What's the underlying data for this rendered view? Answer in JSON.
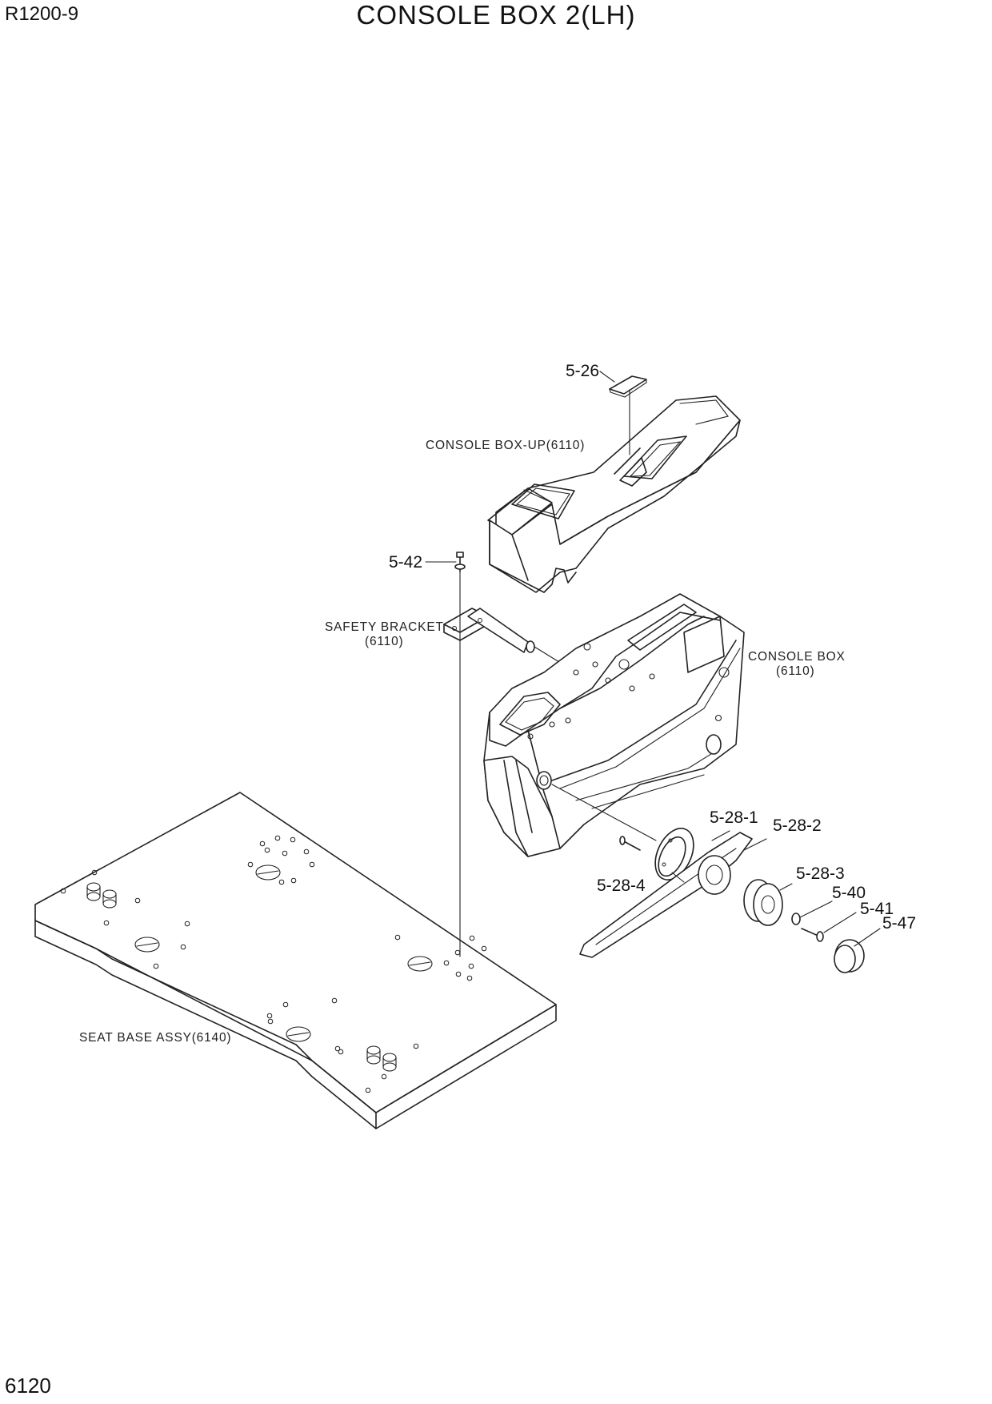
{
  "header": {
    "model": "R1200-9",
    "title": "CONSOLE BOX 2(LH)",
    "page_number": "6120"
  },
  "assemblies": {
    "console_box_up": {
      "line1": "CONSOLE BOX-UP(6110)"
    },
    "safety_bracket": {
      "line1": "SAFETY BRACKET",
      "line2": "(6110)"
    },
    "console_box": {
      "line1": "CONSOLE BOX",
      "line2": "(6110)"
    },
    "seat_base": {
      "line1": "SEAT BASE ASSY(6140)"
    }
  },
  "callouts": {
    "p5_26": "5-26",
    "p5_42": "5-42",
    "p5_28_1": "5-28-1",
    "p5_28_2": "5-28-2",
    "p5_28_3": "5-28-3",
    "p5_28_4": "5-28-4",
    "p5_40": "5-40",
    "p5_41": "5-41",
    "p5_47": "5-47"
  }
}
